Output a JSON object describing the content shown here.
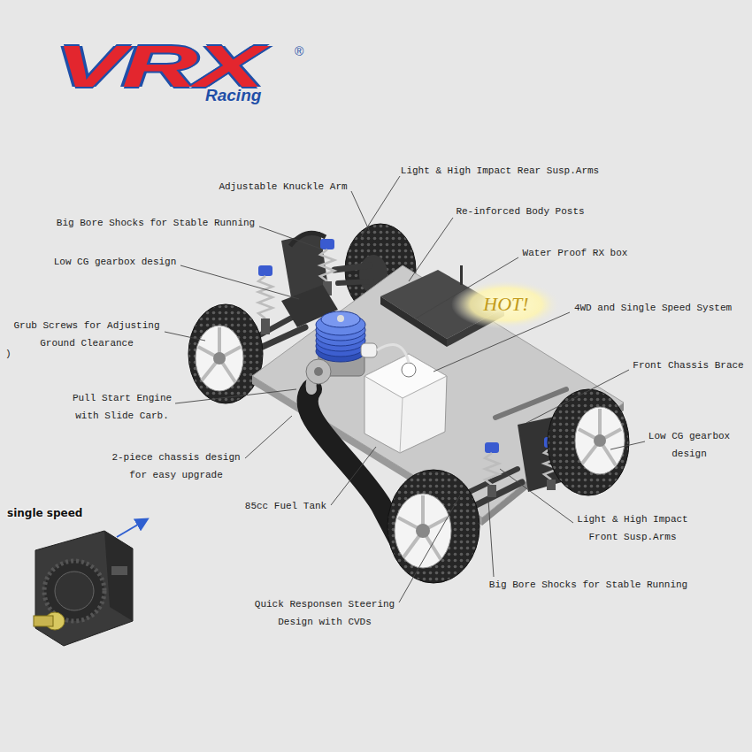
{
  "diagram": {
    "labels": [
      "VRX",
      "Racing",
      "®",
      "Light & High Impact Rear Susp.Arms",
      "Adjustable Knuckle Arm",
      "Re-inforced Body Posts",
      "Big Bore Shocks for Stable Running",
      "Water Proof RX box",
      "Low CG gearbox design",
      "HOT!",
      "4WD and Single Speed System",
      "Grub Screws for Adjusting Ground Clearance",
      ")",
      "Front Chassis Brace",
      "Pull Start Engine with Slide Carb.",
      "Low CG gearbox design",
      "2-piece chassis design for easy upgrade",
      "85cc Fuel Tank",
      "single speed",
      "Light & High Impact Front Susp.Arms",
      "Big Bore Shocks for Stable Running",
      "Quick Responsen Steering Design with CVDs"
    ]
  }
}
